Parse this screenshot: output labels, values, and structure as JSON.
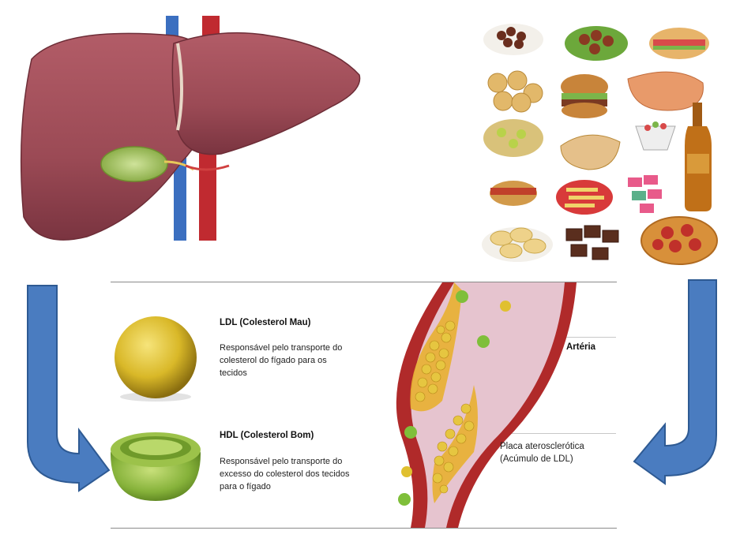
{
  "ldl": {
    "title": "LDL (Colesterol Mau)",
    "description": "Responsável pelo transporte do colesterol do fígado para os tecidos"
  },
  "hdl": {
    "title": "HDL (Colesterol Bom)",
    "description": "Responsável pelo transporte do excesso do colesterol dos tecidos para o fígado"
  },
  "artery": {
    "label": "Artéria",
    "plaque_label": "Placa aterosclerótica (Acúmulo de LDL)"
  },
  "icons": {
    "liver": "liver-illustration-icon",
    "foods": "fatty-foods-collage-icon",
    "arrow_left": "curved-arrow-down-right-icon",
    "arrow_right": "curved-arrow-down-left-icon"
  },
  "colors": {
    "arrow": "#4a7cc0",
    "arrow_stroke": "#2e5a93",
    "liver": "#9b4a55",
    "ldl": "#d9b828",
    "hdl": "#86b23a",
    "artery_wall": "#b02a2a",
    "artery_lumen": "#e6c4cf"
  }
}
